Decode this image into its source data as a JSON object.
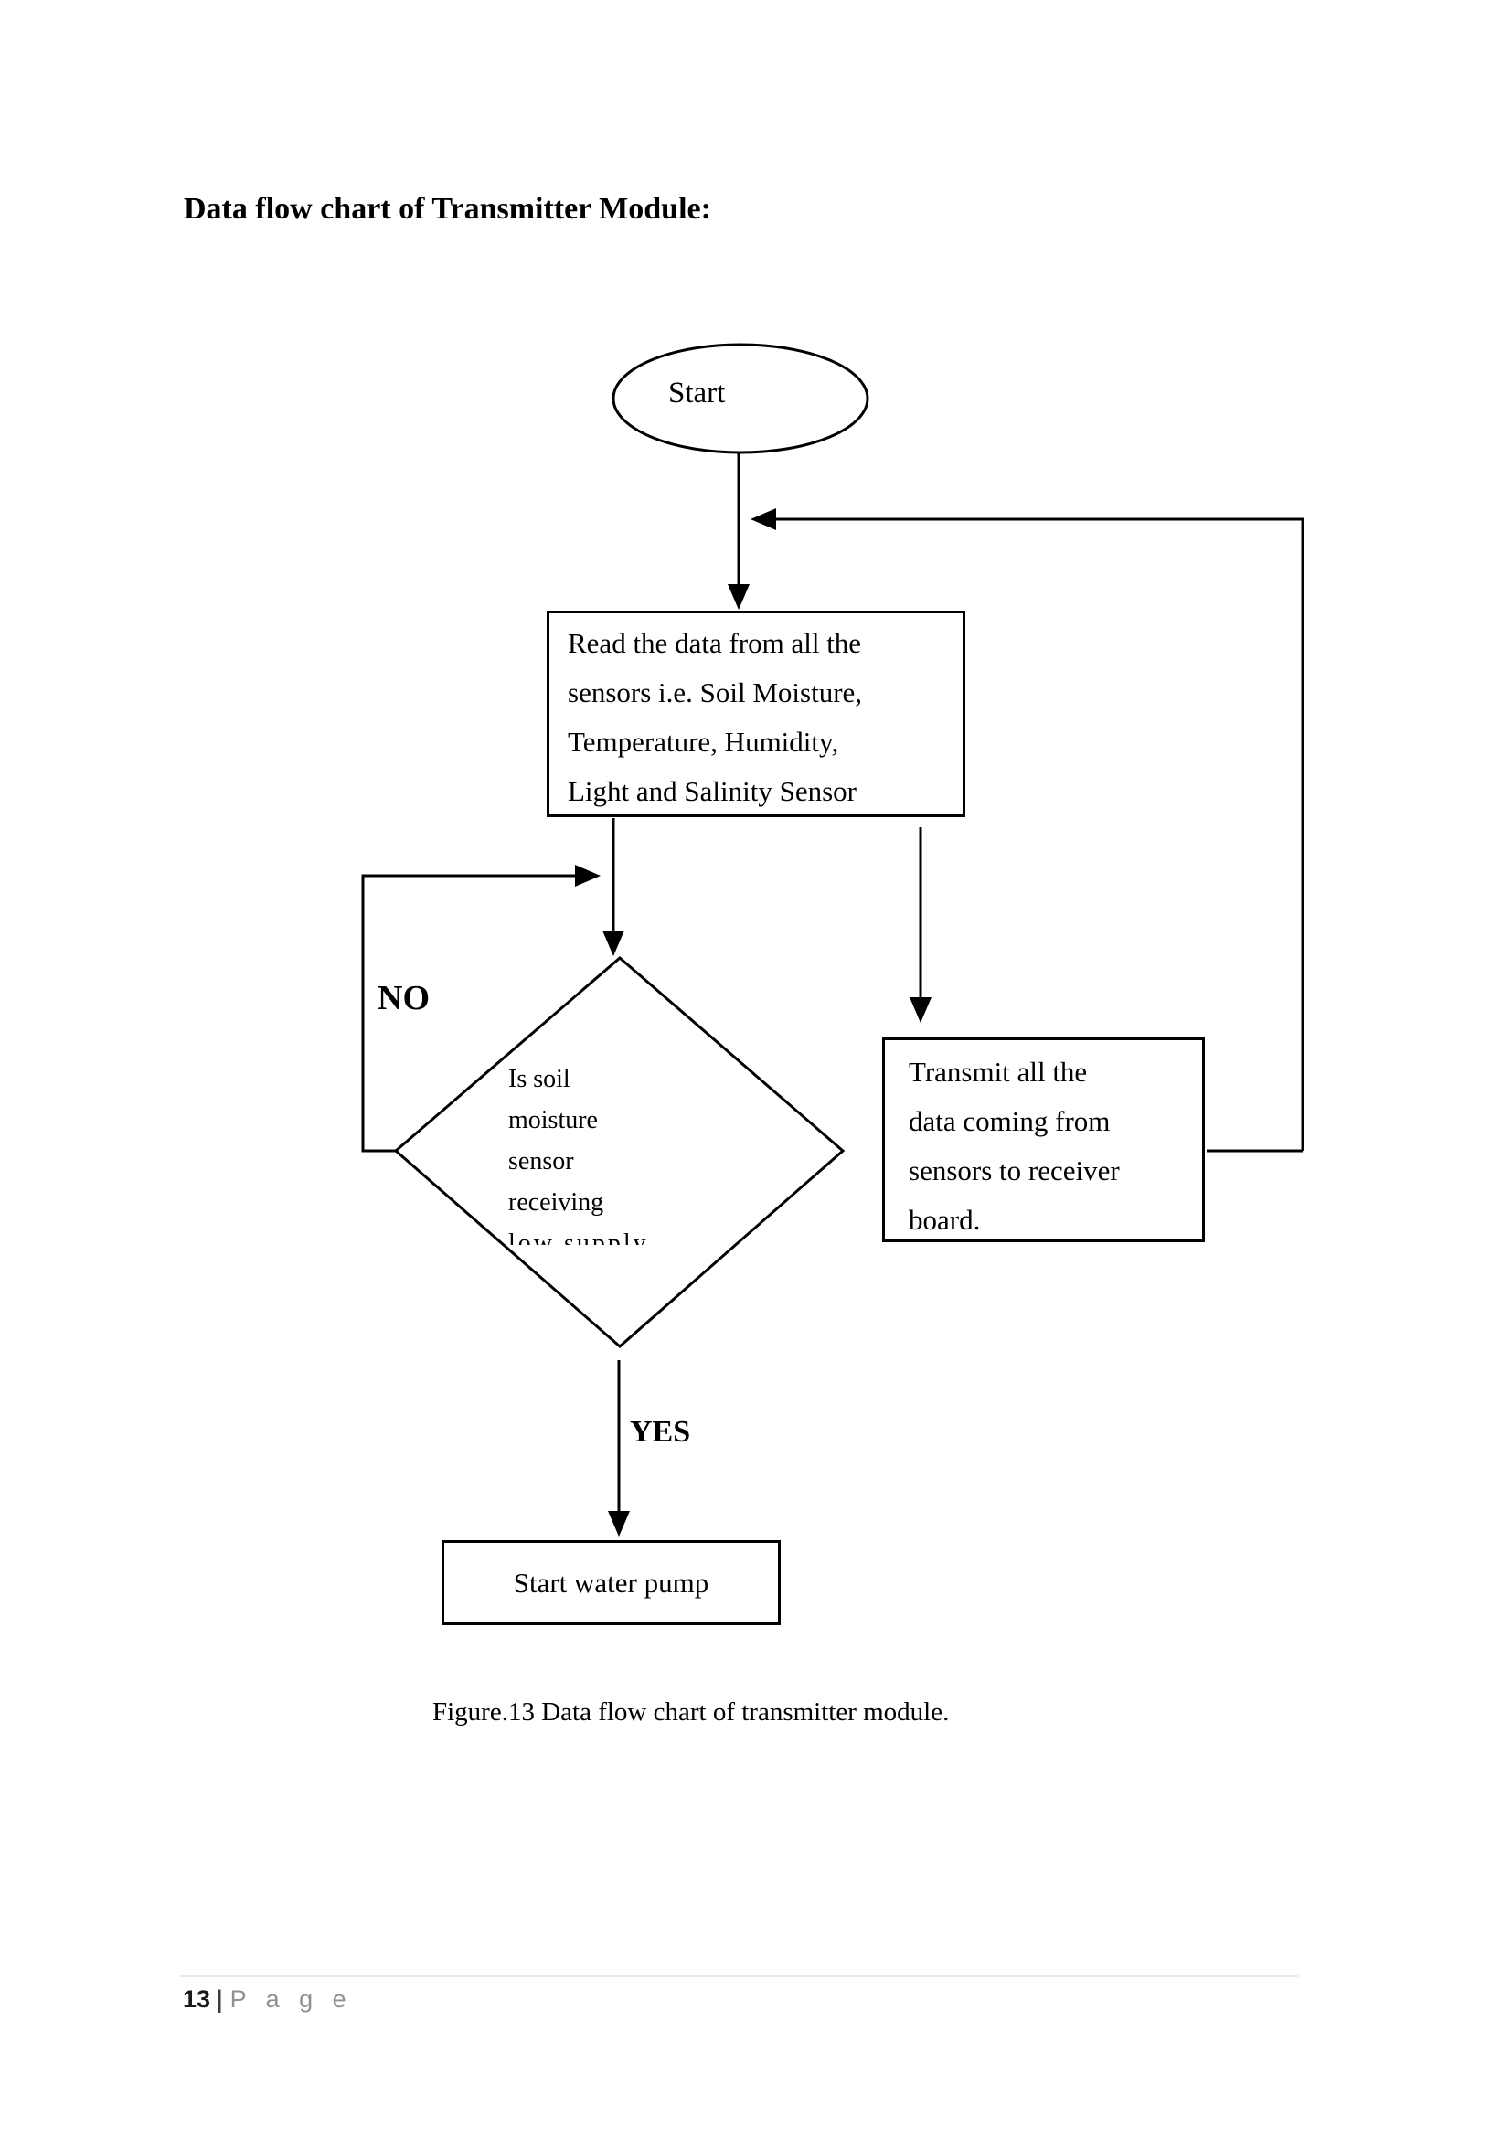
{
  "page": {
    "title": "Data flow chart of Transmitter Module:",
    "caption": "Figure.13 Data flow chart of transmitter module.",
    "footer": {
      "page_number": "13",
      "separator": "|",
      "label": "P a g e"
    }
  },
  "flowchart": {
    "start_label": "Start",
    "read_box": {
      "lines": [
        "Read the data from all the",
        "sensors i.e. Soil Moisture,",
        "Temperature, Humidity,",
        "Light and Salinity Sensor"
      ]
    },
    "decision": {
      "lines": [
        "Is soil",
        "moisture",
        "sensor",
        "receiving"
      ],
      "clipped_line": "low supply"
    },
    "transmit_box": {
      "lines": [
        "Transmit all the",
        "data coming from",
        "sensors to receiver",
        "board."
      ]
    },
    "pump_box_label": "Start water pump",
    "labels": {
      "no": "NO",
      "yes": "YES"
    }
  },
  "colors": {
    "ink": "#000000",
    "footer_text": "#909090",
    "footer_rule": "#e8e8e8"
  }
}
